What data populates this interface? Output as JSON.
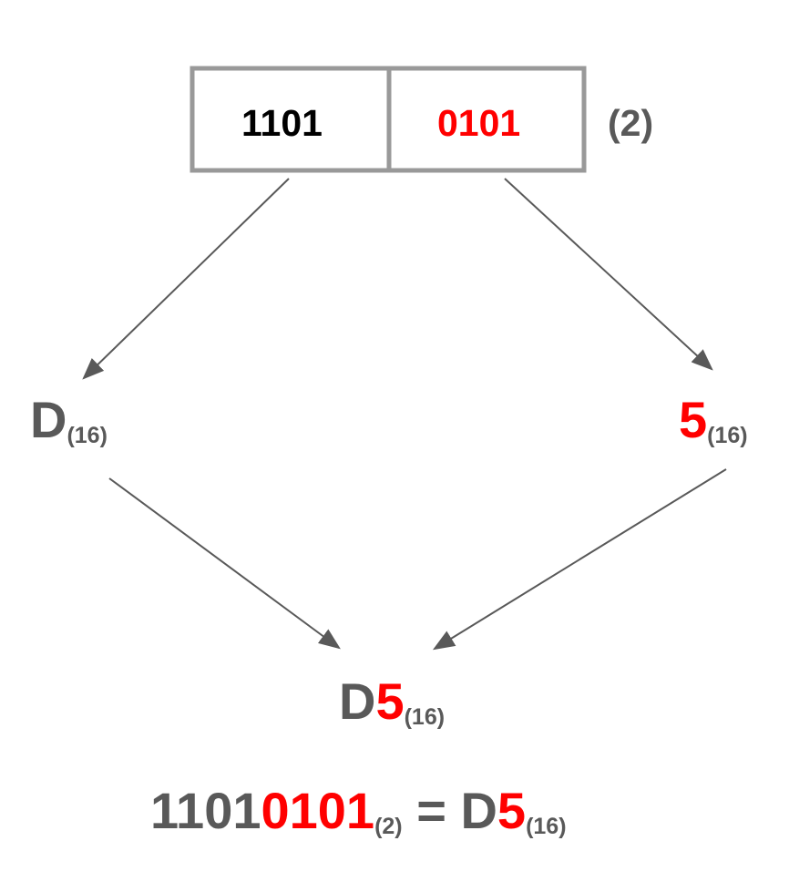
{
  "colors": {
    "dark_gray": "#595959",
    "red": "#ff0000",
    "black": "#000000",
    "box_border": "#999999"
  },
  "box": {
    "left_cell": "1101",
    "right_cell": "0101",
    "base_label": "(2)"
  },
  "left_node": {
    "digit": "D",
    "base": "(16)"
  },
  "right_node": {
    "digit": "5",
    "base": "(16)"
  },
  "result_node": {
    "digit_left": "D",
    "digit_right": "5",
    "base": "(16)"
  },
  "equation": {
    "binary_left": "1101",
    "binary_right": "0101",
    "binary_base": "(2)",
    "equals": "=",
    "hex_left": "D",
    "hex_right": "5",
    "hex_base": "(16)"
  }
}
